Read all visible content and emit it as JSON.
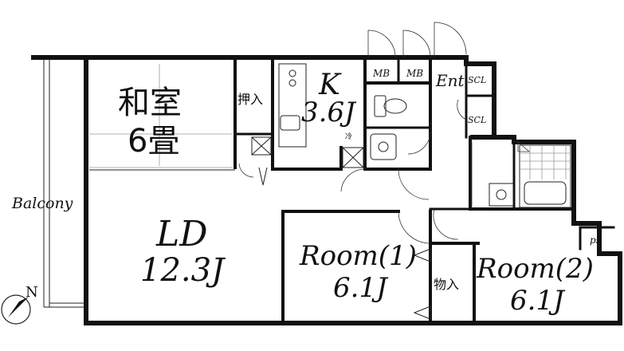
{
  "rooms": {
    "washitsu": {
      "name": "和室",
      "size": "6畳"
    },
    "oshiire": "押入",
    "kitchen": {
      "name": "K",
      "size": "3.6J"
    },
    "mb1": "MB",
    "mb2": "MB",
    "ent": "Ent",
    "scl1": "SCL",
    "scl2": "SCL",
    "rei": "冷",
    "ld": {
      "name": "LD",
      "size": "12.3J"
    },
    "room1": {
      "name": "Room(1)",
      "size": "6.1J"
    },
    "monoire": "物入",
    "room2": {
      "name": "Room(2)",
      "size": "6.1J"
    },
    "ps": "ps"
  },
  "balcony": "Balcony",
  "compass": "N"
}
